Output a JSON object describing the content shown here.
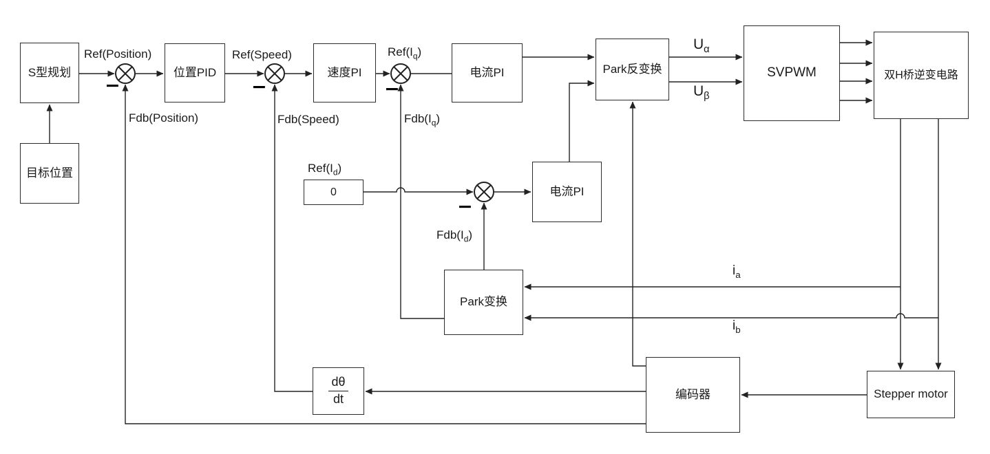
{
  "blocks": {
    "s_curve": {
      "label": "S型规划"
    },
    "target_position": {
      "label": "目标位置"
    },
    "position_pid": {
      "label": "位置PID"
    },
    "speed_pi": {
      "label": "速度PI"
    },
    "current_pi_q": {
      "label": "电流PI"
    },
    "inverse_park": {
      "label": "Park反变换"
    },
    "svpwm": {
      "label": "SVPWM"
    },
    "h_bridge": {
      "label": "双H桥逆变电路"
    },
    "zero_ref": {
      "label": "0"
    },
    "current_pi_d": {
      "label": "电流PI"
    },
    "park": {
      "label": "Park变换"
    },
    "dtheta_dt": {
      "numerator": "dθ",
      "denominator": "dt"
    },
    "encoder": {
      "label": "编码器"
    },
    "stepper_motor": {
      "label": "Stepper motor"
    }
  },
  "labels": {
    "ref_position": {
      "text": "Ref(Position)"
    },
    "fdb_position": {
      "text": "Fdb(Position)"
    },
    "ref_speed": {
      "text": "Ref(Speed)"
    },
    "fdb_speed": {
      "text": "Fdb(Speed)"
    },
    "ref_iq": {
      "pre": "Ref(I",
      "sub": "q",
      "post": ")"
    },
    "fdb_iq": {
      "pre": "Fdb(I",
      "sub": "q",
      "post": ")"
    },
    "ref_id": {
      "pre": "Ref(I",
      "sub": "d",
      "post": ")"
    },
    "fdb_id": {
      "pre": "Fdb(I",
      "sub": "d",
      "post": ")"
    },
    "u_alpha": {
      "pre": "U",
      "sub": "α"
    },
    "u_beta": {
      "pre": "U",
      "sub": "β"
    },
    "i_a": {
      "pre": "i",
      "sub": "a"
    },
    "i_b": {
      "pre": "i",
      "sub": "b"
    },
    "minus": "−"
  },
  "colors": {
    "stroke": "#222222",
    "background": "#ffffff"
  }
}
